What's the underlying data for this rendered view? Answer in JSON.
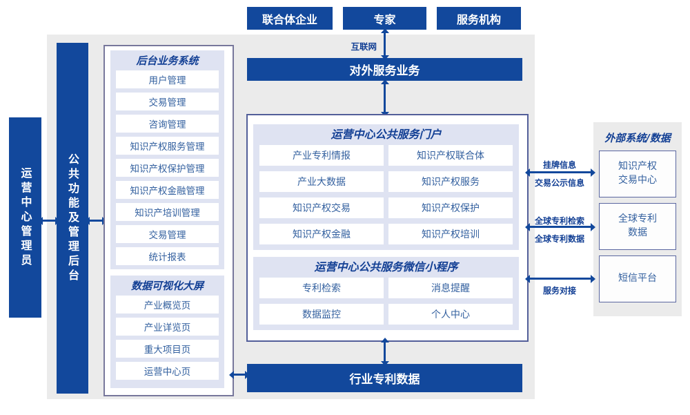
{
  "colors": {
    "primary": "#12489c",
    "panel": "#ebebeb",
    "lavender": "#dfe3f2",
    "header": "#123f94",
    "itemtext": "#33609f",
    "borderleft": "#77779b",
    "bordercenter": "#525e99",
    "borderext": "#5a66a0"
  },
  "top_row": {
    "items": [
      {
        "label": "联合体企业"
      },
      {
        "label": "专家"
      },
      {
        "label": "服务机构"
      }
    ]
  },
  "internet_label": "互联网",
  "left_bars": {
    "operator": "运营中心管理员",
    "backend": "公共功能及管理后台"
  },
  "external_bar": "对外服务业务",
  "industry_bar": "行业专利数据",
  "left_box": {
    "sections": [
      {
        "title": "后台业务系统",
        "items": [
          "用户管理",
          "交易管理",
          "咨询管理",
          "知识产权服务管理",
          "知识产权保护管理",
          "知识产权金融管理",
          "知识产培训管理",
          "交易管理",
          "统计报表"
        ]
      },
      {
        "title": "数据可视化大屏",
        "items": [
          "产业概览页",
          "产业详览页",
          "重大项目页",
          "运营中心页"
        ]
      }
    ]
  },
  "center_box": {
    "sections": [
      {
        "title": "运营中心公共服务门户",
        "items": [
          "产业专利情报",
          "知识产权联合体",
          "产业大数据",
          "知识产权服务",
          "知识产权交易",
          "知识产权保护",
          "知识产权金融",
          "知识产权培训"
        ]
      },
      {
        "title": "运营中心公共服务微信小程序",
        "items": [
          "专利检索",
          "消息提醒",
          "数据监控",
          "个人中心"
        ]
      }
    ]
  },
  "right_panel": {
    "title": "外部系统/数据",
    "items": [
      "知识产权\n交易中心",
      "全球专利\n数据",
      "短信平台"
    ]
  },
  "right_links": [
    {
      "top": "挂牌信息",
      "bottom": "交易公示信息"
    },
    {
      "top": "全球专利检索",
      "bottom": "全球专利数据"
    },
    {
      "bottom": "服务对接"
    }
  ]
}
